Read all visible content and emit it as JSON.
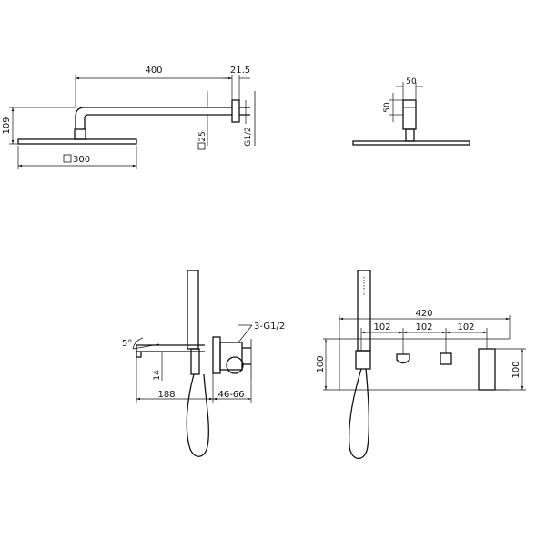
{
  "colors": {
    "line": "#111111",
    "background": "#ffffff"
  },
  "views": {
    "shower_side": {
      "arm_length": "400",
      "wall_offset": "21.5",
      "height": "109",
      "head_size": "300",
      "arm_tube": "25",
      "thread": "G1/2"
    },
    "shower_front": {
      "arm_width": "50",
      "arm_height": "50"
    },
    "mixer_side": {
      "spout_angle": "5°",
      "inlets": "3-G1/2",
      "spout_drop": "14",
      "spout_length": "188",
      "depth_range": "46-66"
    },
    "mixer_front": {
      "plate_width": "420",
      "spacing_1": "102",
      "spacing_2": "102",
      "spacing_3": "102",
      "plate_height_left": "100",
      "plate_height_right": "100"
    }
  }
}
